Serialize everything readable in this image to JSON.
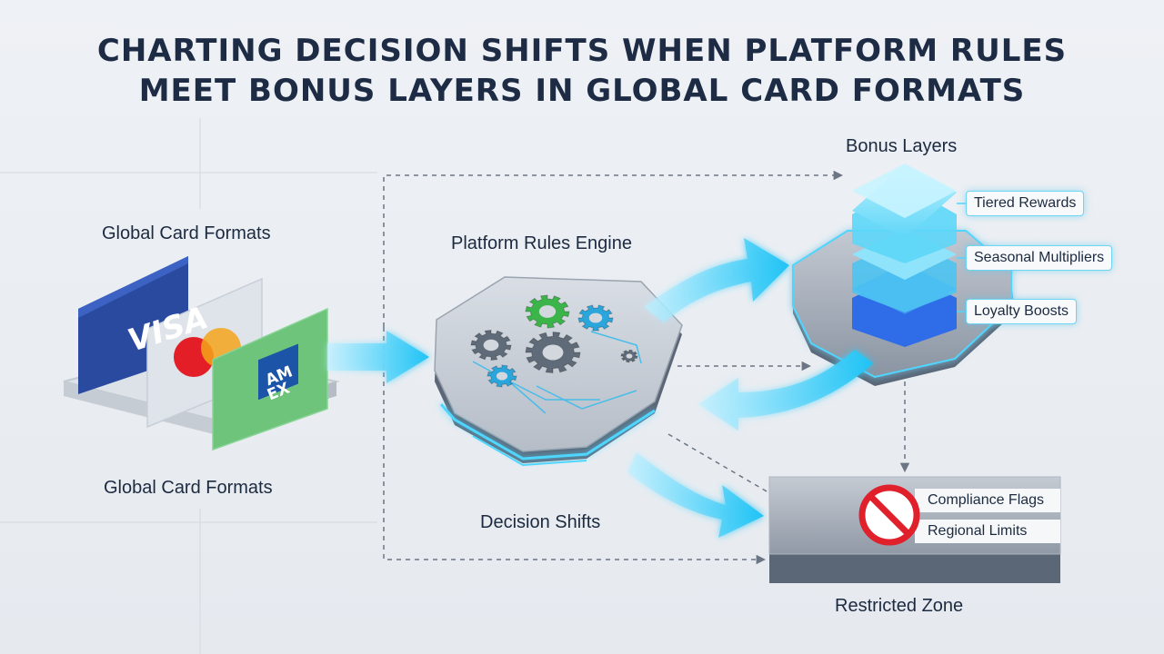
{
  "title": {
    "line1": "CHARTING DECISION SHIFTS WHEN PLATFORM RULES",
    "line2": "MEET BONUS LAYERS IN GLOBAL CARD FORMATS"
  },
  "cards": {
    "label_top": "Global Card Formats",
    "label_bottom": "Global Card Formats",
    "visa": "VISA",
    "amex_line1": "AM",
    "amex_line2": "EX"
  },
  "engine": {
    "label": "Platform Rules Engine"
  },
  "bonus": {
    "label": "Bonus Layers",
    "items": [
      "Tiered Rewards",
      "Seasonal Multipliers",
      "Loyalty Boosts"
    ]
  },
  "decision": {
    "label": "Decision Shifts"
  },
  "restricted": {
    "label": "Restricted Zone",
    "items": [
      "Compliance Flags",
      "Regional Limits"
    ]
  },
  "colors": {
    "flow": "#27c6f5",
    "gear_green": "#3bb54a",
    "gear_blue": "#2aa6dc",
    "gear_gray": "#5f6b78",
    "stop": "#e0202a"
  }
}
